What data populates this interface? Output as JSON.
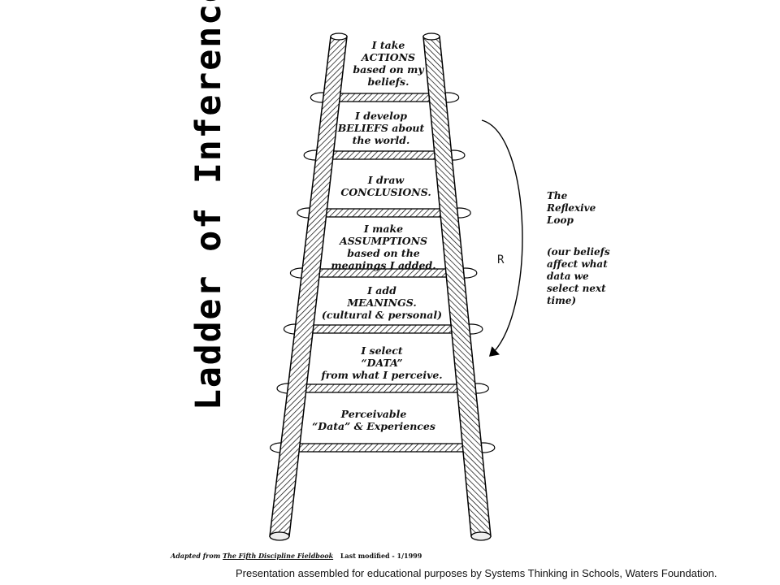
{
  "title": "Ladder of Inference",
  "rungs": [
    {
      "lines": [
        "I take",
        "ACTIONS",
        "based on my",
        "beliefs."
      ]
    },
    {
      "lines": [
        "I  develop",
        "BELIEFS  about",
        "the world."
      ]
    },
    {
      "lines": [
        "I draw",
        "CONCLUSIONS."
      ]
    },
    {
      "lines": [
        "I make",
        "ASSUMPTIONS",
        "based on the",
        "meanings I added."
      ]
    },
    {
      "lines": [
        "I add",
        "MEANINGS.",
        "(cultural & personal)"
      ]
    },
    {
      "lines": [
        "I select",
        "“DATA”",
        "from what I perceive."
      ]
    },
    {
      "lines": [
        "Perceivable",
        "“Data” & Experiences"
      ]
    }
  ],
  "loop": {
    "name_lines": [
      "The",
      "Reflexive",
      "Loop"
    ],
    "note_lines": [
      "(our beliefs",
      "affect what",
      "data we",
      "select next",
      "time)"
    ],
    "label": "R"
  },
  "credit": {
    "prefix": "Adapted from",
    "book": "The Fifth Discipline Fieldbook",
    "modified": "Last modified - 1/1999"
  },
  "footer": "Presentation assembled for educational purposes by Systems Thinking in Schools,  Waters Foundation."
}
